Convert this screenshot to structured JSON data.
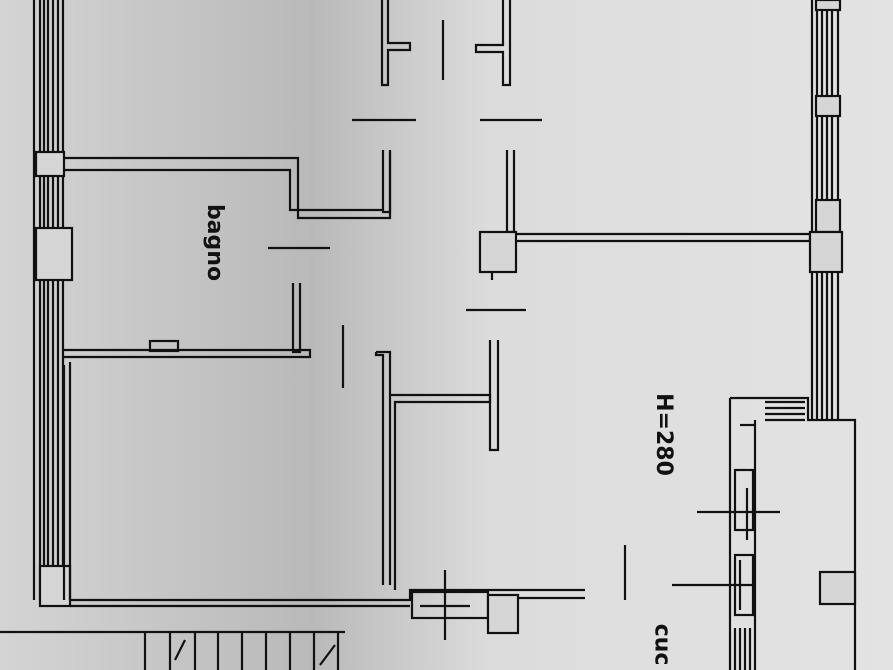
{
  "labels": {
    "bathroom": "bagno",
    "ceiling_height": "H=280",
    "kitchen_partial": "cuc"
  },
  "colors": {
    "paper": "#d9d9d9",
    "ink": "#111111",
    "shadow": "#c8c8c8"
  }
}
